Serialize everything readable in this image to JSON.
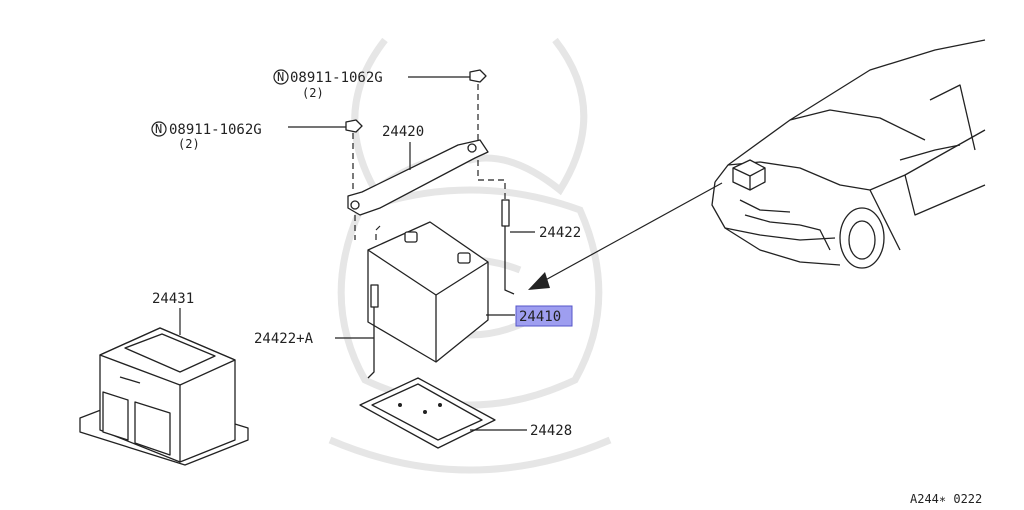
{
  "diagram": {
    "callouts": {
      "nut_top": {
        "part": "08911-1062G",
        "qty": "(2)",
        "prefix": "N"
      },
      "nut_left": {
        "part": "08911-1062G",
        "qty": "(2)",
        "prefix": "N"
      },
      "frame": "24420",
      "rod_right": "24422",
      "battery": "24410",
      "rod_left": "24422+A",
      "tray": "24428",
      "cover": "24431"
    },
    "highlight_color": "#9e9ef0",
    "figure_code": "A244∗ 0222"
  }
}
